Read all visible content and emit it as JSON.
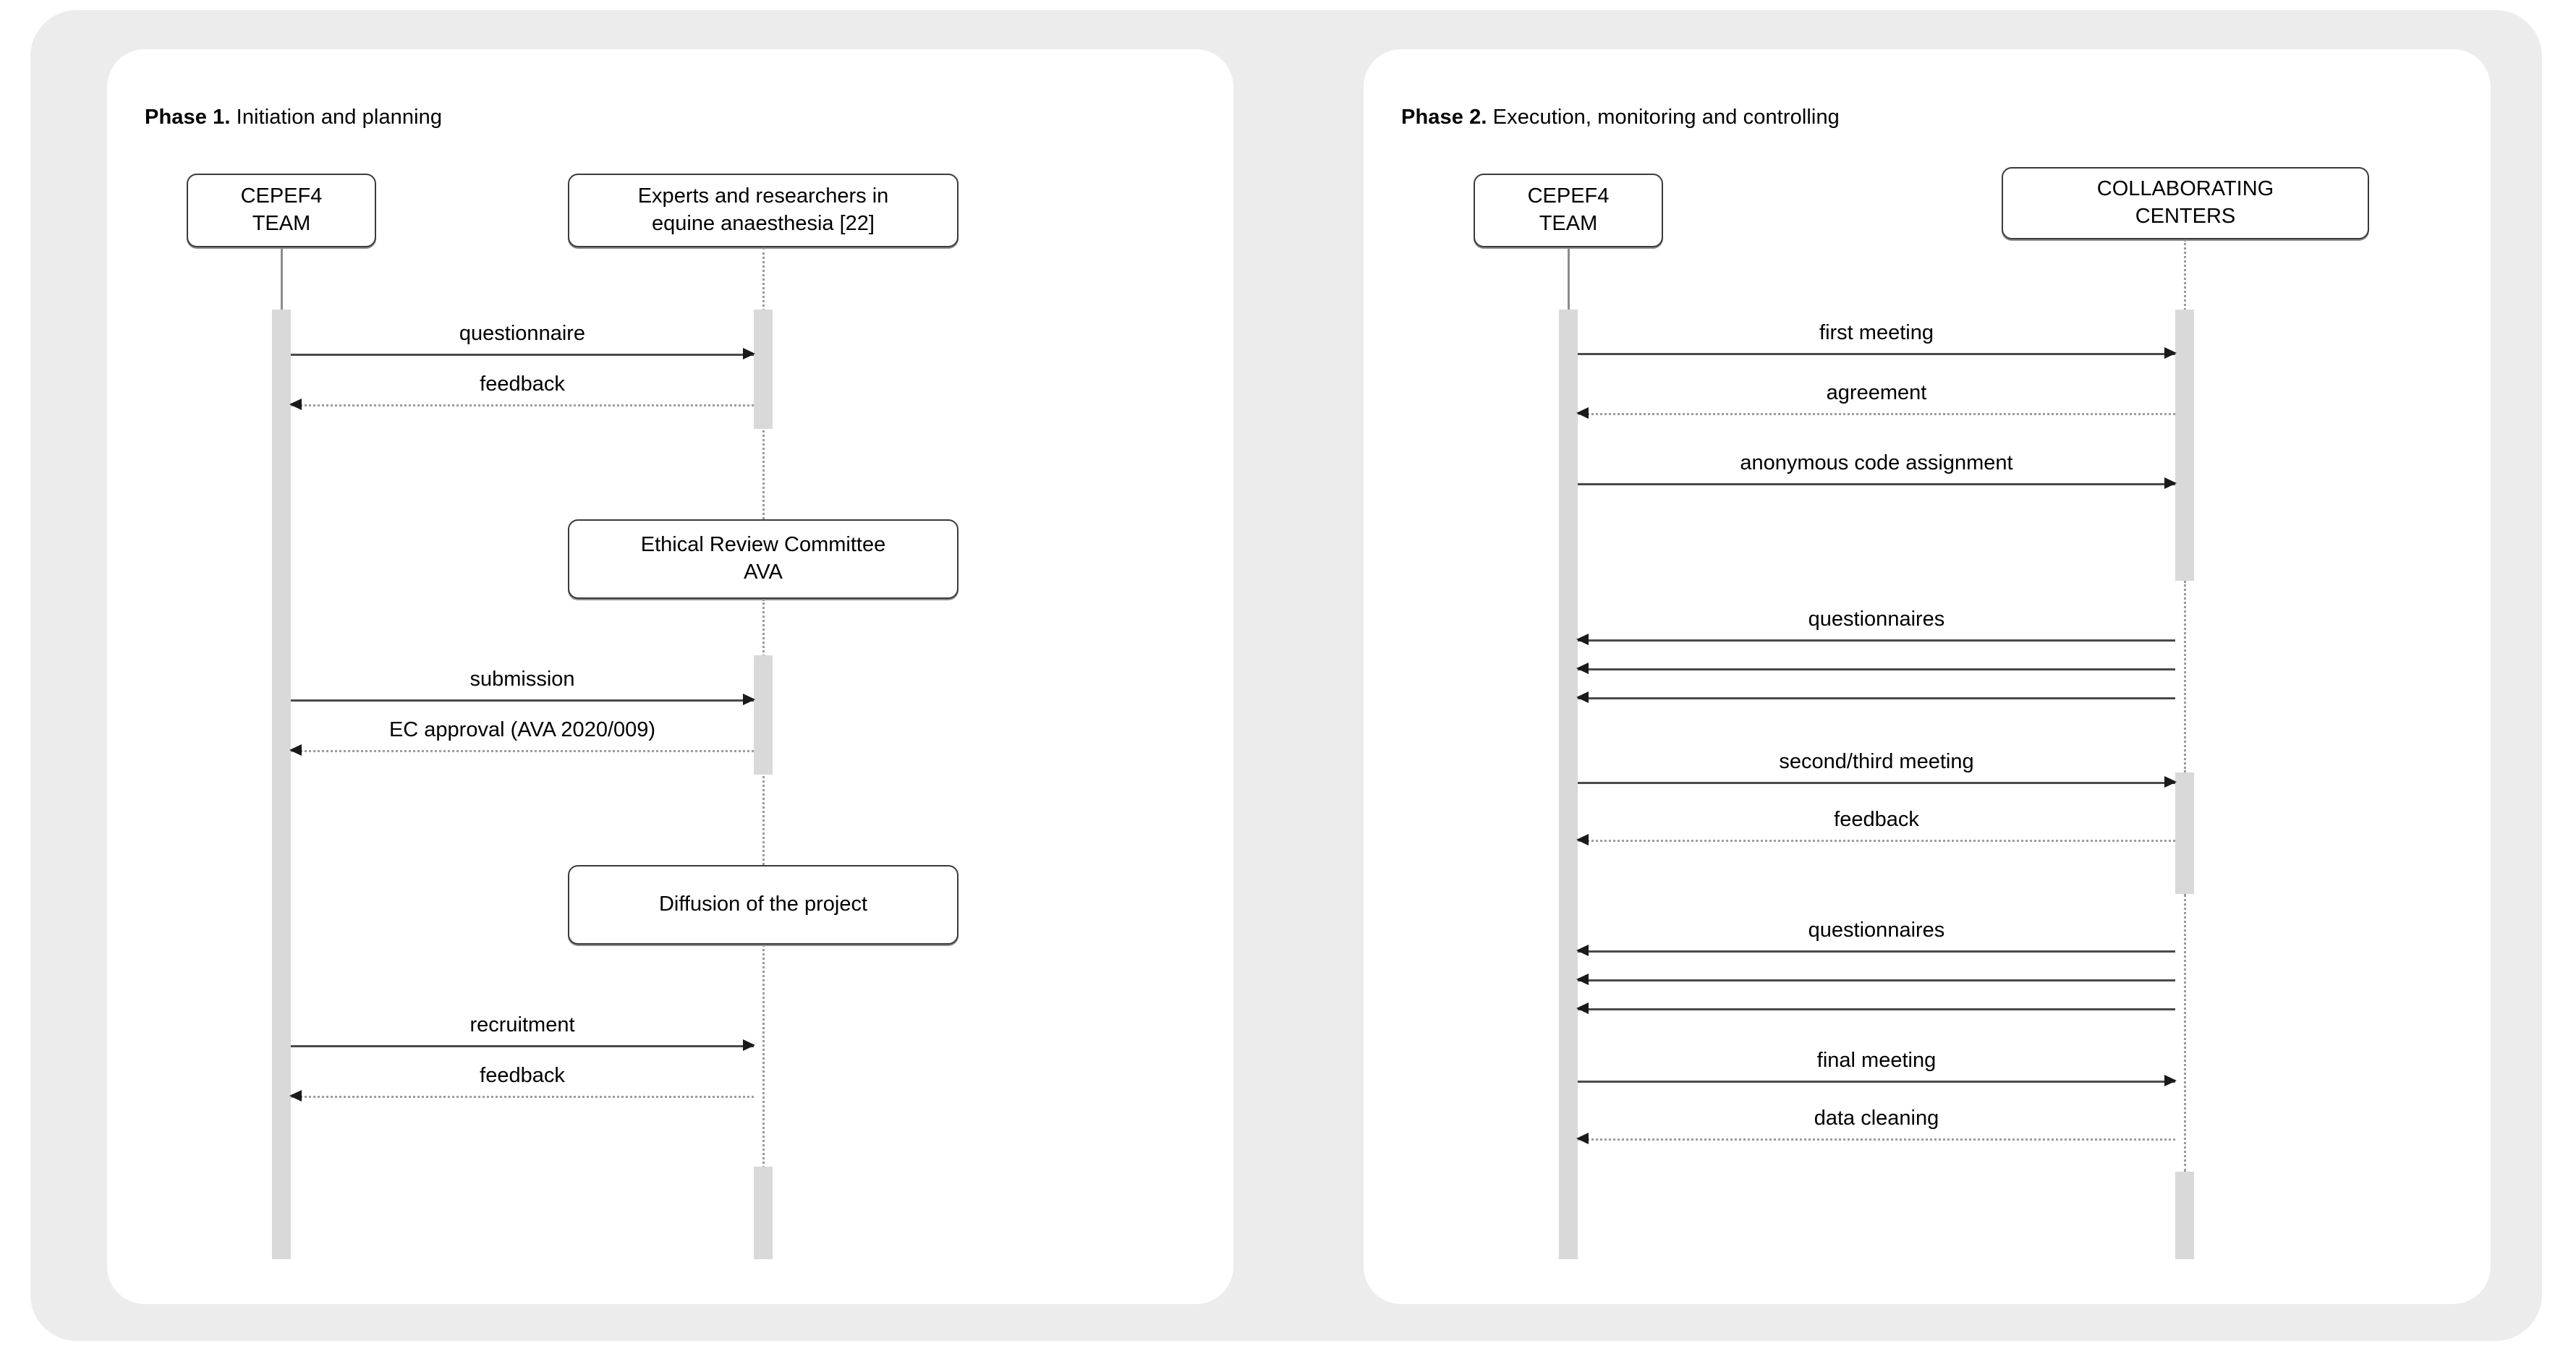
{
  "diagram": {
    "type": "uml-sequence-diagram",
    "title": "CEPEF4 study project phases",
    "background_color": "#ececec",
    "panel_color": "#ffffff",
    "activation_color": "#d9d9d9",
    "line_color": "#4a4a4a",
    "dotted_line_color": "#9d9d9d"
  },
  "phases": [
    {
      "id": "phase-1",
      "label_strong": "Phase 1.",
      "label_rest": " Initiation and planning",
      "participants": [
        {
          "id": "cepef4-team-1",
          "label": "CEPEF4\nTEAM",
          "line1": "CEPEF4",
          "line2": "TEAM"
        },
        {
          "id": "experts",
          "label": "Experts and researchers in equine anaesthesia [22]",
          "line1": "Experts and researchers in",
          "line2": "equine anaesthesia [22]"
        },
        {
          "id": "ethics-committee",
          "label": "Ethical Review Committee AVA",
          "line1": "Ethical Review Committee",
          "line2": "AVA"
        },
        {
          "id": "diffusion",
          "label": "Diffusion of the project",
          "line1": "Diffusion of the project",
          "line2": ""
        }
      ],
      "messages": [
        {
          "id": "m1",
          "label": "questionnaire",
          "direction": "right",
          "style": "solid"
        },
        {
          "id": "m2",
          "label": "feedback",
          "direction": "left",
          "style": "dotted"
        },
        {
          "id": "m3",
          "label": "submission",
          "direction": "right",
          "style": "solid"
        },
        {
          "id": "m4",
          "label": "EC approval (AVA 2020/009)",
          "direction": "left",
          "style": "dotted"
        },
        {
          "id": "m5",
          "label": "recruitment",
          "direction": "right",
          "style": "solid"
        },
        {
          "id": "m6",
          "label": "feedback",
          "direction": "left",
          "style": "dotted"
        }
      ]
    },
    {
      "id": "phase-2",
      "label_strong": "Phase 2.",
      "label_rest": " Execution, monitoring and controlling",
      "participants": [
        {
          "id": "cepef4-team-2",
          "label": "CEPEF4\nTEAM",
          "line1": "CEPEF4",
          "line2": "TEAM"
        },
        {
          "id": "collaborating-centers",
          "label": "COLLABORATING CENTERS",
          "line1": "COLLABORATING",
          "line2": "CENTERS"
        }
      ],
      "messages": [
        {
          "id": "n1",
          "label": "first meeting",
          "direction": "right",
          "style": "solid"
        },
        {
          "id": "n2",
          "label": "agreement",
          "direction": "left",
          "style": "dotted"
        },
        {
          "id": "n3",
          "label": "anonymous code assignment",
          "direction": "right",
          "style": "solid"
        },
        {
          "id": "n4",
          "label": "questionnaires",
          "direction": "left",
          "style": "solid"
        },
        {
          "id": "n5",
          "label": "",
          "direction": "left",
          "style": "solid"
        },
        {
          "id": "n6",
          "label": "",
          "direction": "left",
          "style": "solid"
        },
        {
          "id": "n7",
          "label": "second/third meeting",
          "direction": "right",
          "style": "solid"
        },
        {
          "id": "n8",
          "label": "feedback",
          "direction": "left",
          "style": "dotted"
        },
        {
          "id": "n9",
          "label": "questionnaires",
          "direction": "left",
          "style": "solid"
        },
        {
          "id": "n10",
          "label": "",
          "direction": "left",
          "style": "solid"
        },
        {
          "id": "n11",
          "label": "",
          "direction": "left",
          "style": "solid"
        },
        {
          "id": "n12",
          "label": "final meeting",
          "direction": "right",
          "style": "solid"
        },
        {
          "id": "n13",
          "label": "data cleaning",
          "direction": "left",
          "style": "dotted"
        }
      ]
    }
  ]
}
